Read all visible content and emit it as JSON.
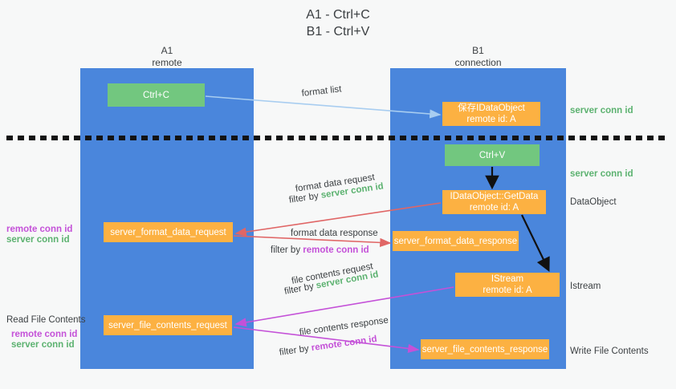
{
  "title": {
    "line1": "A1 - Ctrl+C",
    "line2": "B1 - Ctrl+V"
  },
  "columns": [
    {
      "id": "A1",
      "name": "A1",
      "subtitle": "remote"
    },
    {
      "id": "B1",
      "name": "B1",
      "subtitle": "connection"
    }
  ],
  "colors": {
    "column_blue": "#4a86dc",
    "node_orange": "#fcb142",
    "node_green": "#72c77f",
    "server_conn_green": "#5cb270",
    "remote_conn_purple": "#c451d8",
    "arrow_light_blue": "#a8cdf0",
    "arrow_red": "#e06666",
    "arrow_magenta": "#c451d8",
    "arrow_black": "#111111",
    "background": "#f7f8f8",
    "text_dark": "#3c4043"
  },
  "nodes": {
    "ctrl_c": {
      "label": "Ctrl+C",
      "sub": ""
    },
    "save_idataobject": {
      "label": "保存IDataObject",
      "sub": "remote id: A"
    },
    "ctrl_v": {
      "label": "Ctrl+V",
      "sub": ""
    },
    "getdata": {
      "label": "IDataObject::GetData",
      "sub": "remote id: A"
    },
    "server_format_data_request": {
      "label": "server_format_data_request",
      "sub": ""
    },
    "server_format_data_response": {
      "label": "server_format_data_response",
      "sub": ""
    },
    "istream": {
      "label": "IStream",
      "sub": "remote id: A"
    },
    "server_file_contents_request": {
      "label": "server_file_contents_request",
      "sub": ""
    },
    "server_file_contents_response": {
      "label": "server_file_contents_response",
      "sub": ""
    }
  },
  "annotations": {
    "right_server_conn_1": "server conn id",
    "right_server_conn_2": "server conn id",
    "right_dataobject": "DataObject",
    "right_istream": "Istream",
    "right_write_file_contents": "Write File Contents",
    "format_list": "format list",
    "format_data_request": "format data request",
    "filter_by": "filter by",
    "server_conn_id": "server conn id",
    "remote_conn_id": "remote conn id",
    "format_data_response": "format data response",
    "file_contents_request": "file contents request",
    "file_contents_response": "file contents response",
    "left_remote_conn_1": "remote conn id",
    "left_server_conn_1": "server conn id",
    "read_file_contents": "Read File Contents",
    "left_remote_conn_2": "remote conn id",
    "left_server_conn_2": "server conn id"
  }
}
